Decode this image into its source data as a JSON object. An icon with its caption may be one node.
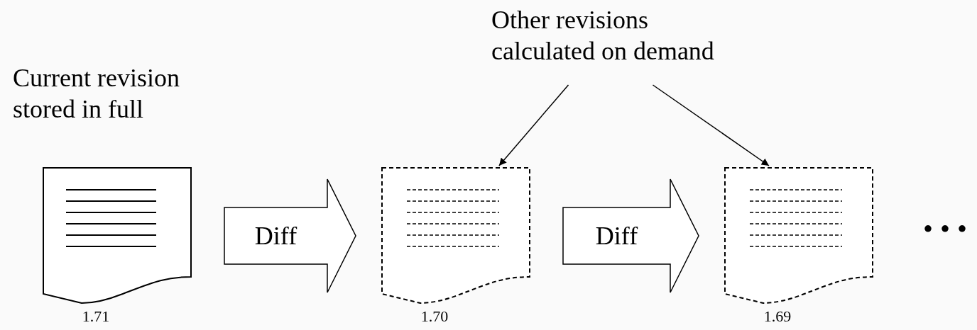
{
  "diagram": {
    "nodes": [
      {
        "text": [
          "Current revision stored in full"
        ]
      },
      {
        "text": [
          "Other revisions calculated on demand"
        ]
      },
      {
        "text": [],
        "shape": "document",
        "beside": [
          "1.71"
        ]
      },
      {
        "text": [],
        "shape": "document",
        "beside": [
          "1.70"
        ]
      },
      {
        "text": [],
        "shape": "document",
        "beside": [
          "1.69"
        ]
      }
    ],
    "edges": [
      {
        "from": 1,
        "to": 3,
        "arrow": "to"
      },
      {
        "from": 1,
        "to": 4,
        "arrow": "to"
      },
      {
        "from": 2,
        "to": 3,
        "arrow": "to",
        "label": "Diff",
        "style": "thick"
      },
      {
        "from": 3,
        "to": 4,
        "arrow": "to",
        "label": "Diff",
        "style": "thick"
      }
    ],
    "labels": [
      "• • •"
    ]
  }
}
